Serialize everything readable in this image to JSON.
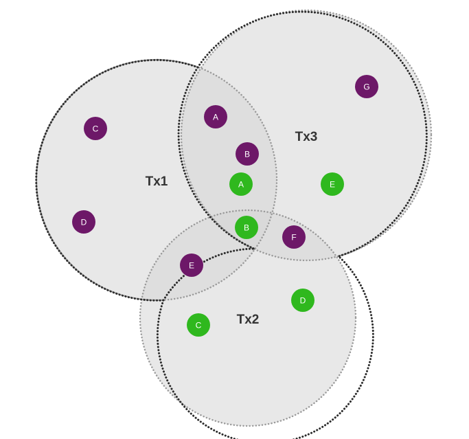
{
  "colors": {
    "background": "#ffffff",
    "region_fill": "#d6d6d6",
    "region_stroke": "#2b2b2b",
    "node_purple": "#6d1868",
    "node_green": "#2fb81e",
    "node_text": "#ffffff",
    "label_text": "#333333"
  },
  "circles": {
    "tx1": {
      "label": "Tx1"
    },
    "tx2": {
      "label": "Tx2"
    },
    "tx3": {
      "label": "Tx3"
    }
  },
  "nodes": {
    "tx1_c": {
      "label": "C",
      "color": "purple"
    },
    "tx1_d": {
      "label": "D",
      "color": "purple"
    },
    "tx1_a": {
      "label": "A",
      "color": "purple"
    },
    "tx1_b": {
      "label": "B",
      "color": "purple"
    },
    "tx1_e": {
      "label": "E",
      "color": "purple"
    },
    "tx1_f": {
      "label": "F",
      "color": "purple"
    },
    "tx3_g": {
      "label": "G",
      "color": "purple"
    },
    "green_a": {
      "label": "A",
      "color": "green"
    },
    "green_b": {
      "label": "B",
      "color": "green"
    },
    "green_c": {
      "label": "C",
      "color": "green"
    },
    "green_d": {
      "label": "D",
      "color": "green"
    },
    "green_e": {
      "label": "E",
      "color": "green"
    }
  }
}
